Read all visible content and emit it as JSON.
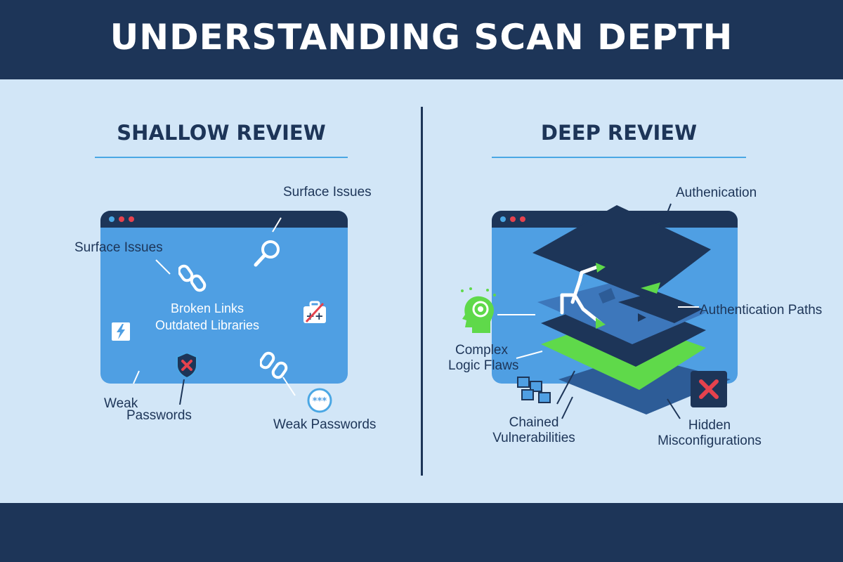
{
  "title": "UNDERSTANDING SCAN DEPTH",
  "shallow": {
    "heading": "SHALLOW REVIEW",
    "labels": {
      "surface_issues_top": "Surface Issues",
      "surface_issues_left": "Surface Issues",
      "broken_links": "Broken Links",
      "outdated_libraries": "Outdated Libraries",
      "weak": "Weak",
      "passwords": "Passwords",
      "weak_passwords": "Weak Passwords"
    }
  },
  "deep": {
    "heading": "DEEP REVIEW",
    "labels": {
      "authentication_top": "Authenication",
      "authentication_paths": "Authentication Paths",
      "complex": "Complex",
      "logic_flaws": "Logic Flaws",
      "chained": "Chained",
      "vulnerabilities": "Vulnerabilities",
      "hidden": "Hidden",
      "misconfigurations": "Misconfigurations"
    }
  },
  "colors": {
    "navy": "#1d3558",
    "window_blue": "#4f9fe3",
    "accent_line": "#4aa7e4",
    "green": "#5fd94a",
    "red": "#e5424d",
    "background": "#d2e6f7"
  }
}
